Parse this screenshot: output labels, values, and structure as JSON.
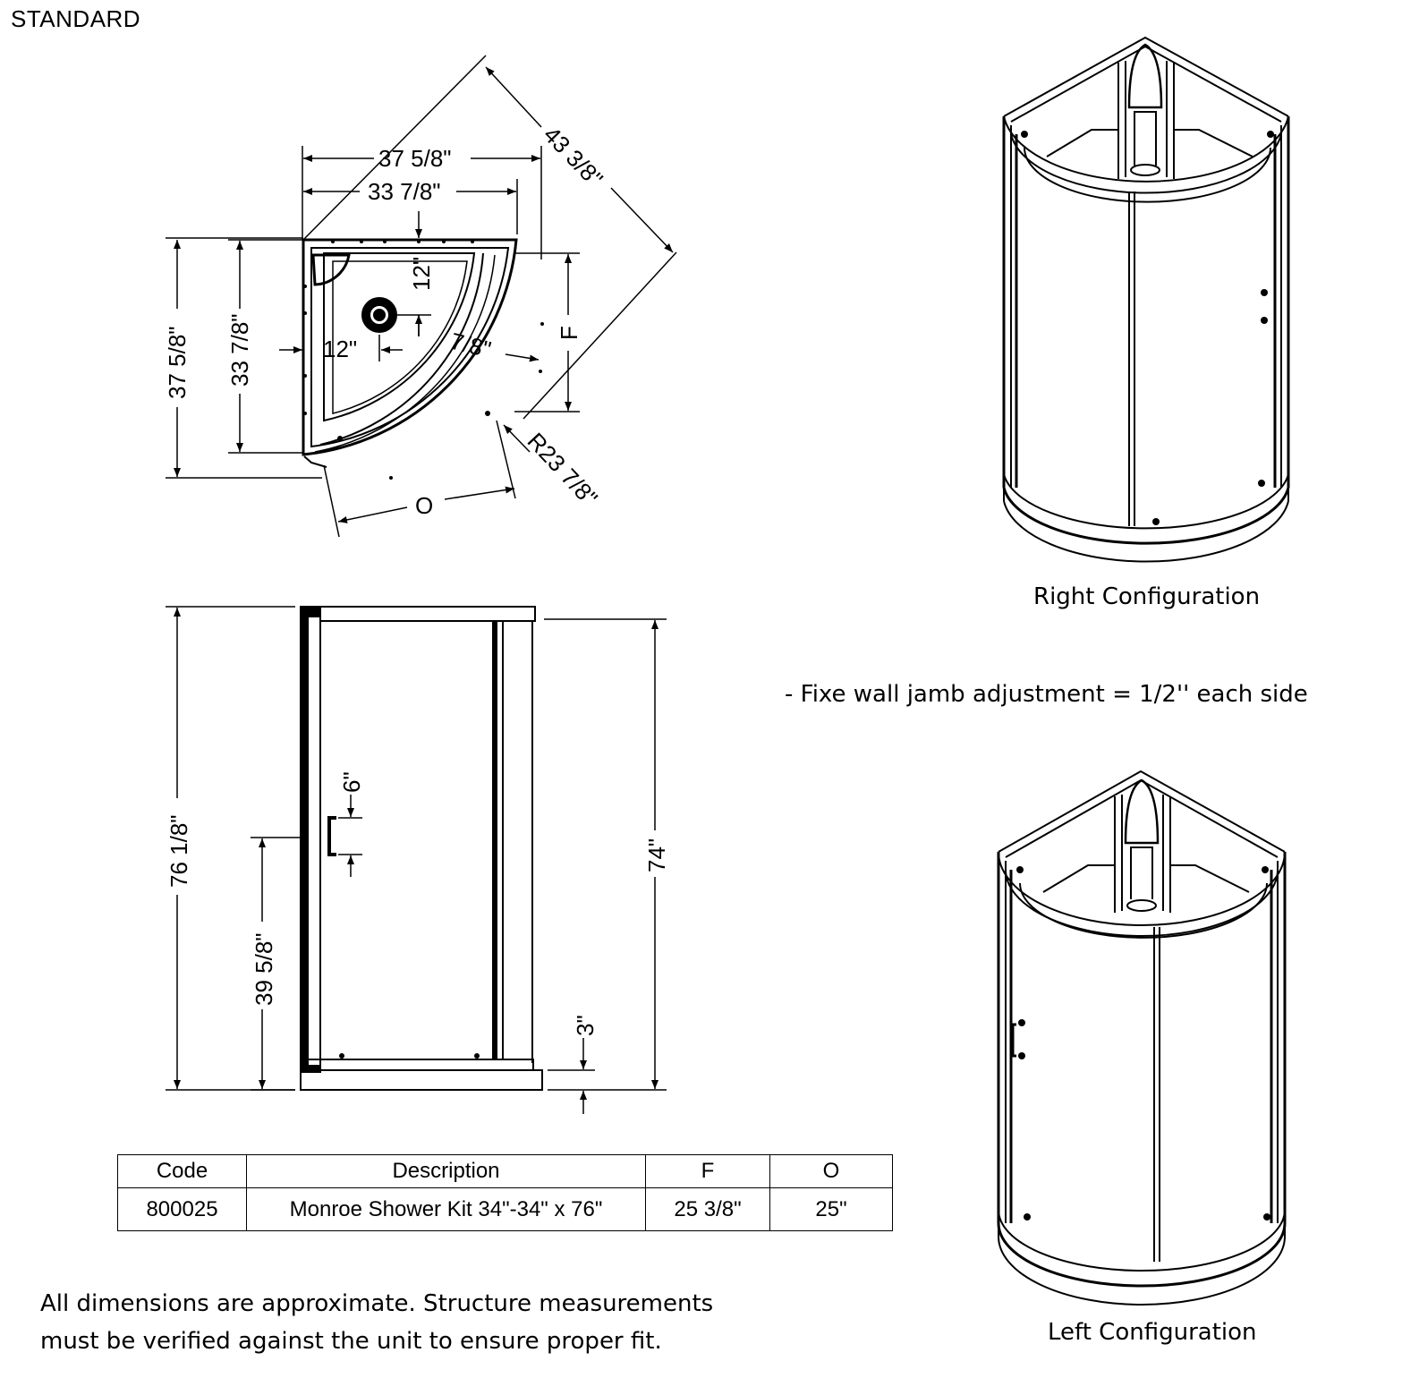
{
  "header": {
    "title": "STANDARD"
  },
  "plan_view": {
    "dims": {
      "outer_width": "37 5/8\"",
      "inner_width": "33 7/8\"",
      "diagonal": "43 3/8\"",
      "outer_depth": "37 5/8\"",
      "inner_depth": "33 7/8\"",
      "drain_from_back": "12\"",
      "drain_from_side": "12\"",
      "glass_offset": "7/8\"",
      "radius": "R23 7/8\"",
      "F": "F",
      "O": "O"
    }
  },
  "elevation_view": {
    "dims": {
      "total_height": "76 1/8\"",
      "handle_height": "39 5/8\"",
      "handle_length": "6\"",
      "door_height": "74\"",
      "base_height": "3\""
    }
  },
  "configurations": {
    "right_label": "Right Configuration",
    "left_label": "Left Configuration",
    "adjustment_note": "- Fixe wall jamb adjustment = 1/2'' each side"
  },
  "table": {
    "headers": [
      "Code",
      "Description",
      "F",
      "O"
    ],
    "rows": [
      [
        "800025",
        "Monroe Shower Kit 34\"-34\" x 76\"",
        "25 3/8\"",
        "25\""
      ]
    ]
  },
  "disclaimer": {
    "line1": "All dimensions are approximate. Structure measurements",
    "line2": "must be verified against the unit to ensure proper fit."
  }
}
